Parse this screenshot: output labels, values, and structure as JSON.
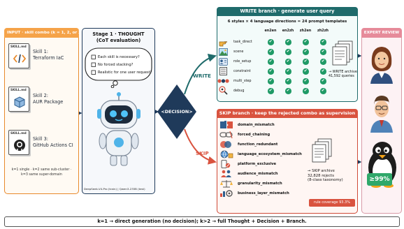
{
  "input": {
    "header": "INPUT · skill combo (k = 1, 2, or 3)",
    "file_name": "SKILL.md",
    "skills": [
      {
        "label": "Skill 1:",
        "name": "Terraform IaC",
        "icon": "code-icon"
      },
      {
        "label": "Skill 2:",
        "name": "AUR Package",
        "icon": "package-icon"
      },
      {
        "label": "Skill 3:",
        "name": "GitHub Actions CI",
        "icon": "github-icon"
      }
    ],
    "footer_lines": [
      "k=1 single · k=2 same sub-cluster ·",
      "k=3 same super-domain"
    ]
  },
  "stage1": {
    "title_line1": "Stage 1 · THOUGHT",
    "title_line2": "(CoT evaluation)",
    "questions": [
      "Each skill is necessary?",
      "No forced stacking?",
      "Realistic for one user request?"
    ],
    "models": "DeepSeek-V4-Pro (train) | Qwen3-235B (test)"
  },
  "decision": {
    "label": "<DECISION>"
  },
  "branches": {
    "write": "WRITE",
    "skip": "SKIP"
  },
  "write": {
    "header": "WRITE branch · generate user query",
    "subtitle": "6 styles × 4 language directions = 24 prompt templates",
    "columns": [
      "en2en",
      "en2zh",
      "zh2en",
      "zh2zh"
    ],
    "rows": [
      {
        "name": "task_direct",
        "icon": "pointing-hand-icon"
      },
      {
        "name": "scene",
        "icon": "landscape-icon"
      },
      {
        "name": "role_setup",
        "icon": "role-card-icon"
      },
      {
        "name": "constraint",
        "icon": "checklist-icon"
      },
      {
        "name": "multi_step",
        "icon": "steps-icon"
      },
      {
        "name": "debug",
        "icon": "magnifier-bug-icon"
      }
    ],
    "archive_line1": "→ WRITE archive",
    "archive_line2": "41,592 queries"
  },
  "skip": {
    "header": "SKIP branch · keep the rejected combo as supervision",
    "reasons": [
      {
        "name": "domain_mismatch",
        "icon": "puzzle-icon"
      },
      {
        "name": "forced_chaining",
        "icon": "chain-icon"
      },
      {
        "name": "function_redundant",
        "icon": "overlap-icon"
      },
      {
        "name": "language_ecosystem_mismatch",
        "icon": "globe-icon"
      },
      {
        "name": "platform_exclusive",
        "icon": "phone-block-icon"
      },
      {
        "name": "audience_mismatch",
        "icon": "people-icon"
      },
      {
        "name": "granularity_mismatch",
        "icon": "scale-icon"
      },
      {
        "name": "business_layer_mismatch",
        "icon": "layers-icon"
      }
    ],
    "archive_line1": "→ SKIP archive",
    "archive_line2": "32,828 rejects",
    "archive_line3": "(8-class taxonomy)",
    "coverage": "rule coverage 93.3%"
  },
  "expert": {
    "header": "EXPERT REVIEW",
    "badge": "≥99%"
  },
  "footer": "k=1 → direct generation (no decision);  k>2 → full Thought + Decision + Branch.",
  "colors": {
    "input_orange": "#f5a349",
    "write_teal": "#1f6b6b",
    "skip_red": "#d9533f",
    "check_green": "#1f9a66",
    "decision_navy": "#1f3a5a",
    "expert_pink": "#e68b9a"
  }
}
